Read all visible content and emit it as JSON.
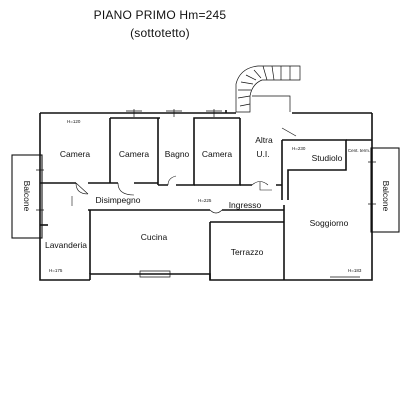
{
  "title": {
    "line1": "PIANO PRIMO Hm=245",
    "line2": "(sottotetto)"
  },
  "rooms": {
    "camera_1": "Camera",
    "camera_2": "Camera",
    "bagno": "Bagno",
    "camera_3": "Camera",
    "altra_ui_line1": "Altra",
    "altra_ui_line2": "U.I.",
    "studiolo": "Studiolo",
    "disimpegno": "Disimpegno",
    "ingresso": "Ingresso",
    "cucina": "Cucina",
    "soggiorno": "Soggiorno",
    "terrazzo": "Terrazzo",
    "lavanderia": "Lavanderia",
    "balcone_left": "Balcone",
    "balcone_right": "Balcone",
    "centrale_termica": "Cent. term."
  },
  "heights": {
    "camera_1": "H=120",
    "studiolo": "H=230",
    "disimpegno": "H=225",
    "lavanderia": "H=175",
    "soggiorno": "H=183"
  }
}
